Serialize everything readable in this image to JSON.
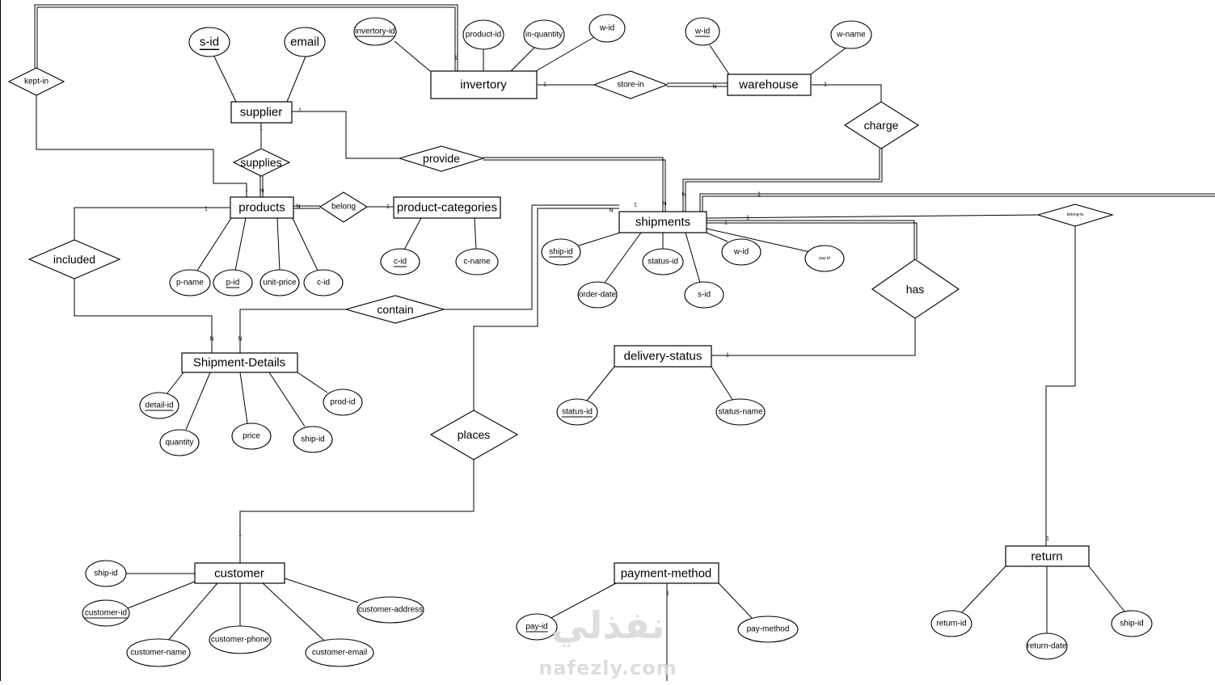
{
  "diagram": {
    "entities": {
      "invertory": "invertory",
      "warehouse": "warehouse",
      "supplier": "supplier",
      "products": "products",
      "product_categories": "product-categories",
      "shipments": "shipments",
      "shipment_details": "Shipment-Details",
      "delivery_status": "delivery-status",
      "customer": "customer",
      "payment_method": "payment-method",
      "return": "return"
    },
    "relationships": {
      "kept_in": "kept-in",
      "store_in": "store-in",
      "charge": "charge",
      "supplies": "supplies",
      "provide": "provide",
      "belong": "belong",
      "included": "included",
      "contain": "contain",
      "belong_to": "belong-to",
      "has": "has",
      "places": "places"
    },
    "attributes": {
      "inv_invertory_id": "invertory-id",
      "inv_product_id": "product-id",
      "inv_in_quantity": "in-quantity",
      "inv_w_id": "w-id",
      "wh_w_id": "w-id",
      "wh_w_name": "w-name",
      "sup_s_id": "s-id",
      "sup_email": "email",
      "prod_p_name": "p-name",
      "prod_p_id": "p-id",
      "prod_unit_price": "unit-price",
      "prod_c_id": "c-id",
      "cat_c_id": "c-id",
      "cat_c_name": "c-name",
      "sh_ship_id": "ship-id",
      "sh_order_date": "order-date",
      "sh_status_id": "status-id",
      "sh_s_id": "s-id",
      "sh_w_id": "w-id",
      "sh_pay_id": "pay-id",
      "sd_detail_id": "detail-id",
      "sd_quantity": "quantity",
      "sd_price": "price",
      "sd_ship_id": "ship-id",
      "sd_prod_id": "prod-id",
      "ds_status_id": "status-id",
      "ds_status_name": "status-name",
      "cu_ship_id": "ship-id",
      "cu_customer_id": "customer-id",
      "cu_customer_name": "customer-name",
      "cu_customer_phone": "customer-phone",
      "cu_customer_email": "customer-email",
      "cu_customer_address": "customer-address",
      "pm_pay_id": "pay-id",
      "pm_pay_method": "pay-method",
      "re_return_id": "return-id",
      "re_return_date": "return-date",
      "re_ship_id": "ship-id"
    },
    "cardinality": {
      "one": "1",
      "many": "N"
    }
  },
  "watermark": {
    "arabic": "نفذلي",
    "latin": "nafezly.com"
  },
  "colors": {
    "line": "#000000",
    "background": "#ffffff",
    "watermark": "#d8d8d8"
  }
}
